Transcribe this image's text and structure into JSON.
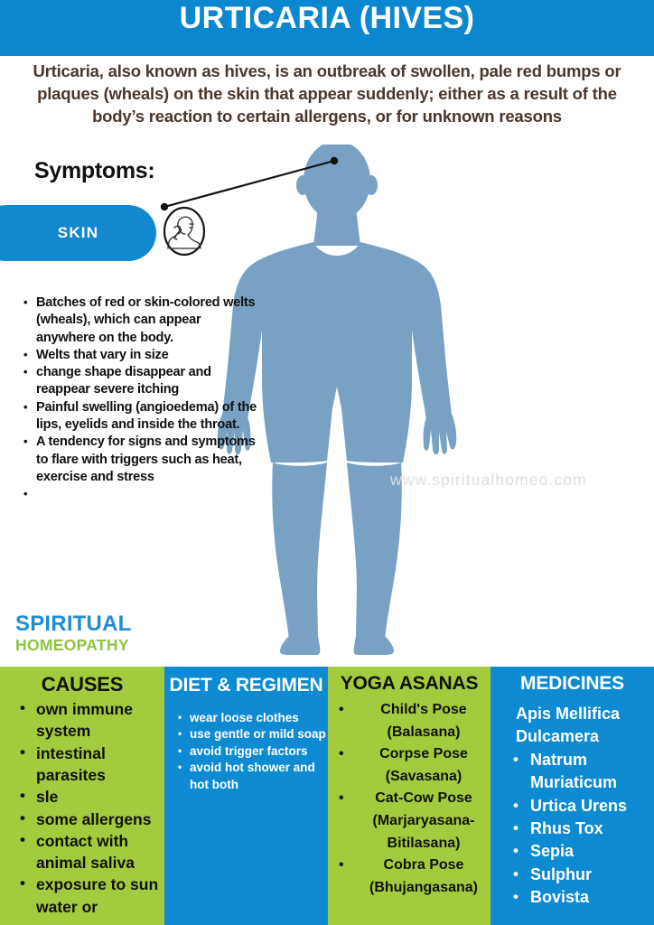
{
  "header": {
    "title": "URTICARIA (HIVES)",
    "band_color": "#0b87d0"
  },
  "intro": {
    "text": "Urticaria, also known as hives, is an outbreak of swollen, pale red bumps or plaques (wheals) on the skin that appear suddenly; either as a result of the body’s reaction to certain allergens, or for unknown reasons"
  },
  "symptoms": {
    "title": "Symptoms:",
    "pill_label": "SKIN",
    "pill_color": "#1288ce",
    "icon_name": "person-scratching-neck-icon",
    "items": [
      "Batches of red or skin-colored welts (wheals), which can appear anywhere on the body.",
      "Welts that vary in size",
      "change shape disappear and reappear severe itching",
      "Painful swelling (angioedema) of the lips, eyelids and inside the throat.",
      "A tendency for signs and symptoms to flare with triggers such as heat, exercise and stress",
      ""
    ]
  },
  "silhouette": {
    "color": "#78a1c4",
    "name": "human-body-silhouette"
  },
  "watermark": {
    "text": "www.spiritualhomeo.com",
    "color": "#dedede"
  },
  "logo": {
    "line1": "SPIRITUAL",
    "line2": "HOMEOPATHY",
    "line1_color": "#1f8ed1",
    "line2_color": "#8fc43f"
  },
  "columns": [
    {
      "title": "CAUSES",
      "theme": "green",
      "bg": "#a2cc3e",
      "items": [
        "own immune system",
        "intestinal parasites",
        "sle",
        "some allergens",
        "contact with animal saliva",
        "exposure to sun water or"
      ]
    },
    {
      "title": "DIET & REGIMEN",
      "theme": "blue",
      "bg": "#0e8ad2",
      "items": [
        "wear loose clothes",
        "use gentle or mild soap",
        "avoid trigger factors",
        "avoid hot shower and hot both"
      ]
    },
    {
      "title": "YOGA ASANAS",
      "theme": "green",
      "bg": "#a2cc3e",
      "items": [
        "Child's Pose (Balasana)",
        "Corpse Pose (Savasana)",
        "Cat-Cow Pose (Marjaryasana-Bitilasana)",
        "Cobra Pose (Bhujangasana)"
      ]
    },
    {
      "title": "MEDICINES",
      "theme": "blue",
      "bg": "#0e8ad2",
      "items_nobullet": [
        "Apis Mellifica",
        "Dulcamera"
      ],
      "items": [
        "Natrum Muriaticum",
        "Urtica Urens",
        "Rhus Tox",
        "Sepia",
        "Sulphur",
        "Bovista"
      ]
    }
  ]
}
